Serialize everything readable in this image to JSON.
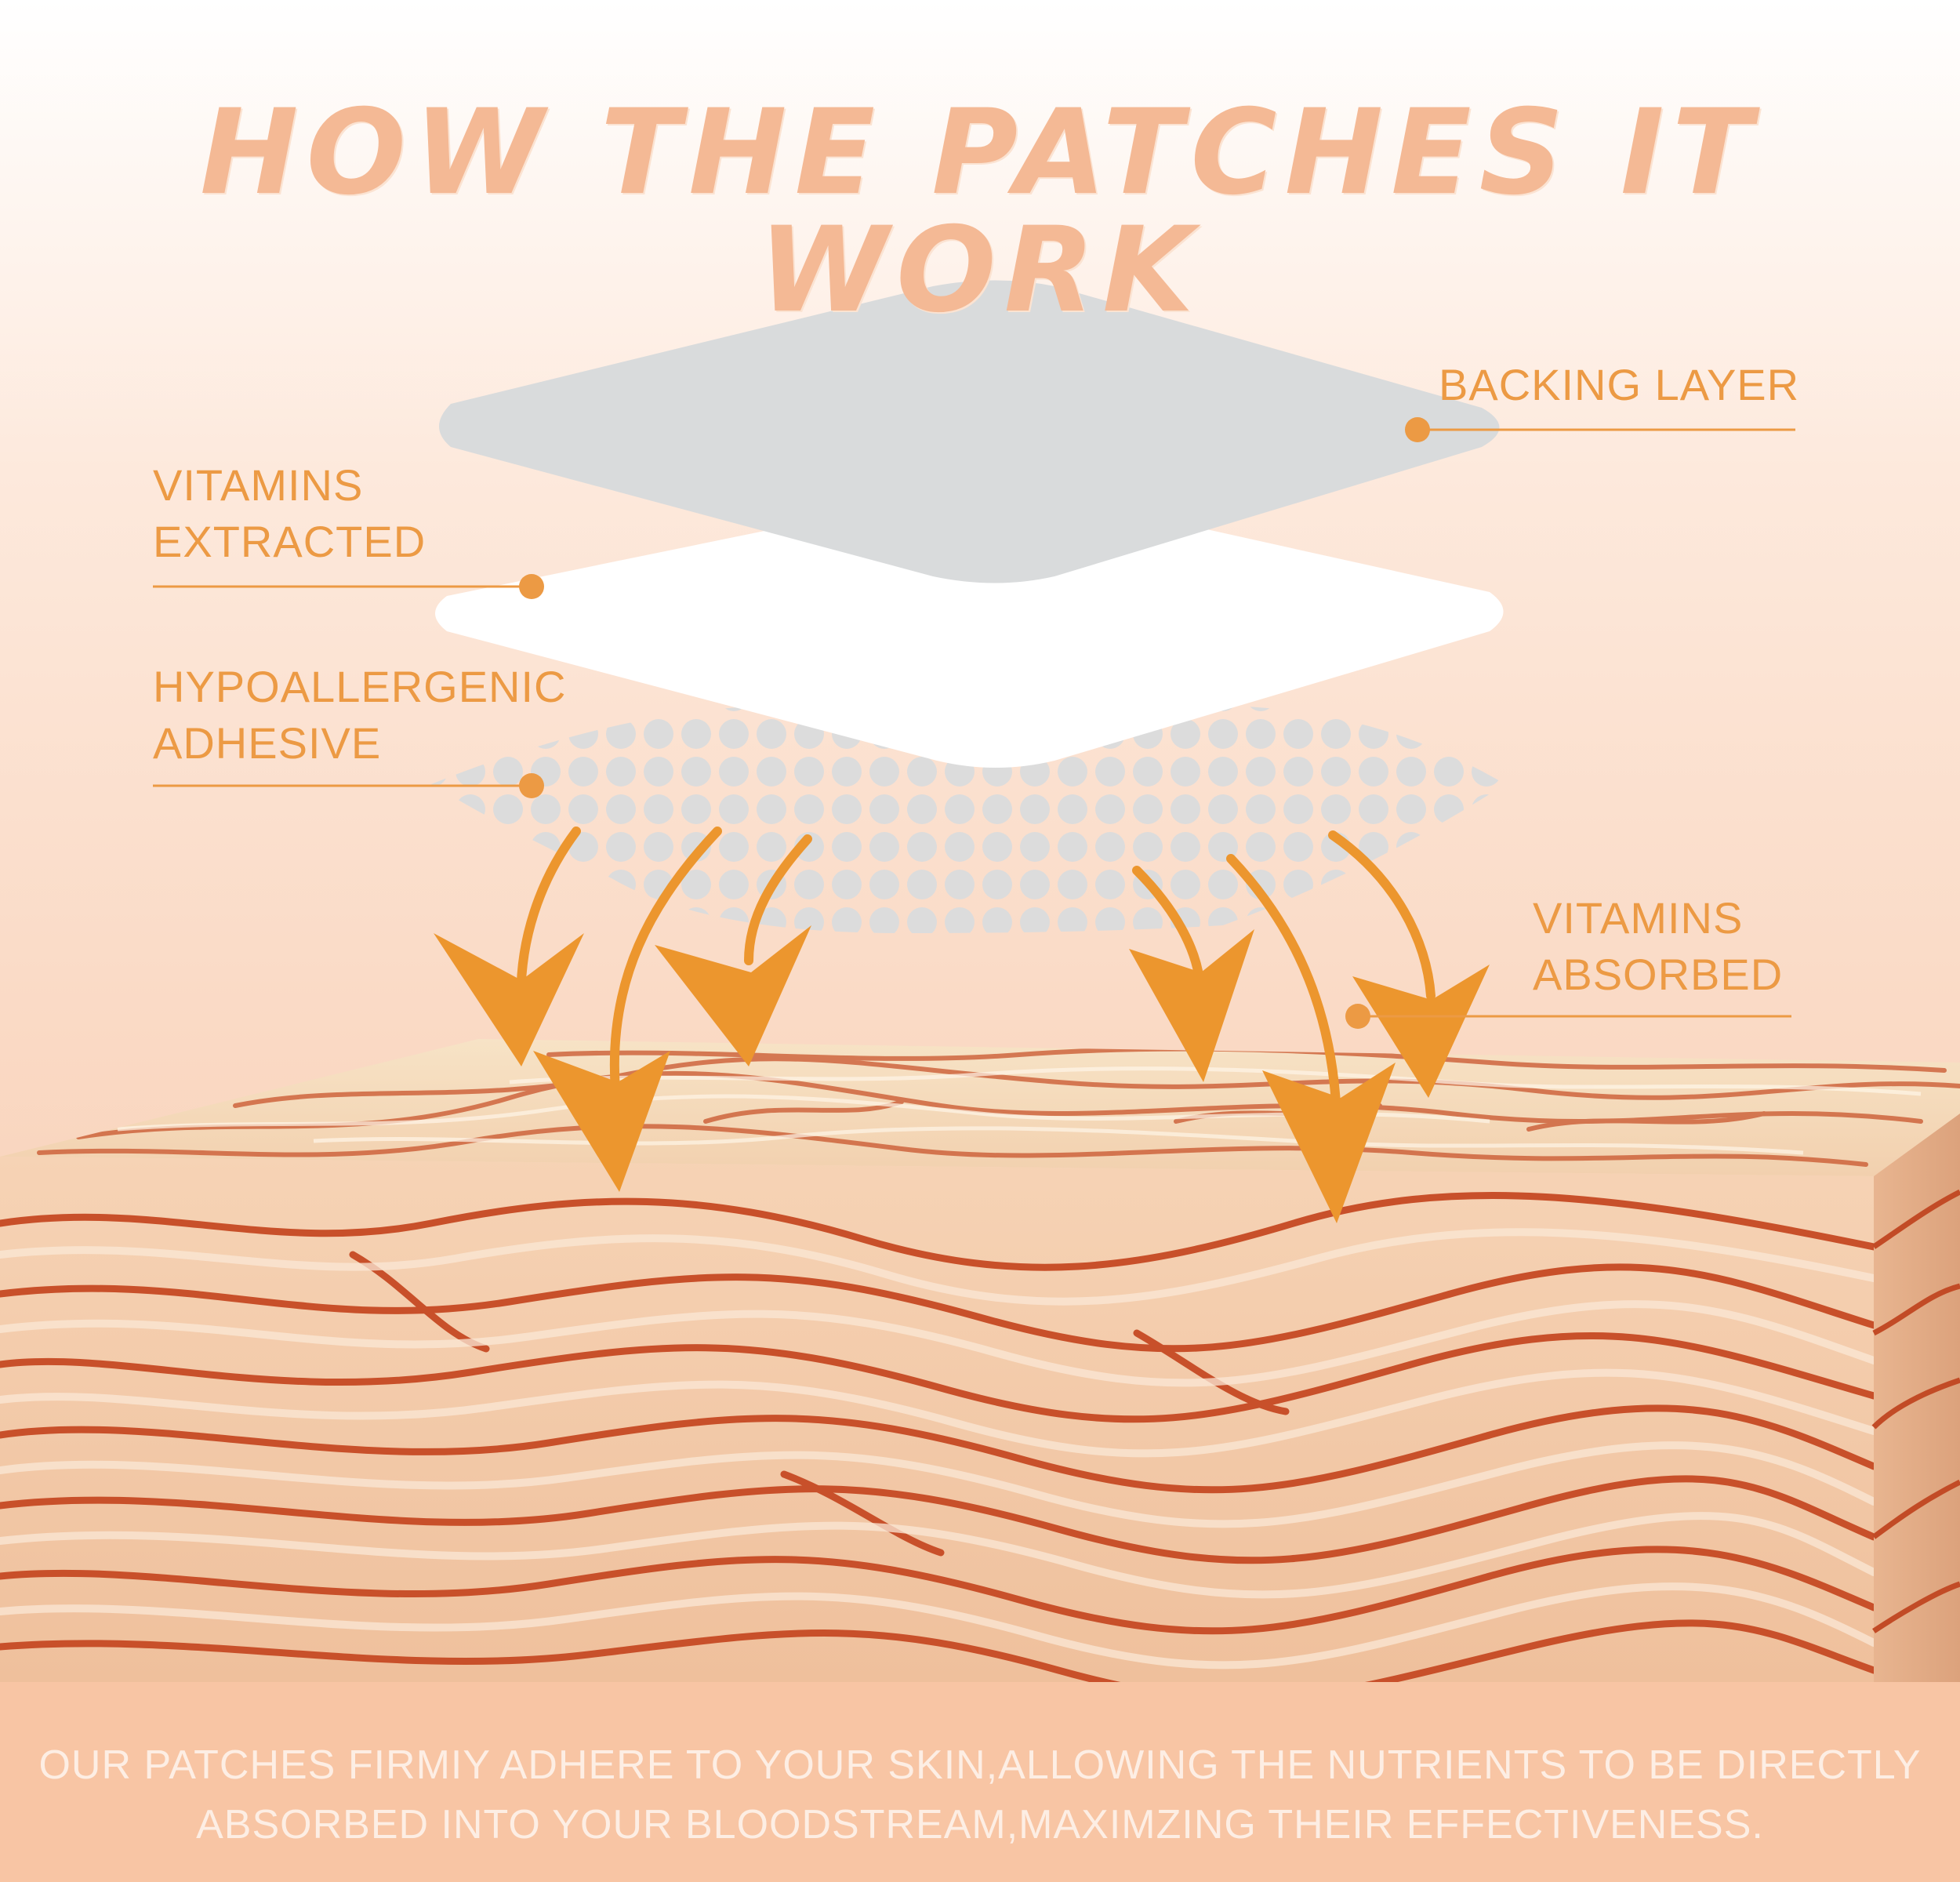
{
  "title": "HOW THE PATCHES IT WORK",
  "labels": {
    "backing_layer": "BACKING LAYER",
    "vitamins_extracted": [
      "VITAMINS",
      "EXTRACTED"
    ],
    "hypoallergenic_adhesive": [
      "HYPOALLERGENIC",
      "ADHESIVE"
    ],
    "vitamins_absorbed": [
      "VITAMINS",
      "ABSORBED"
    ]
  },
  "caption": [
    "OUR PATCHES FIRMIY ADHERE TO YOUR SKIN,ALLOWING THE NUTRIENTS TO BE DIRECTLY",
    "ABSORBED INTO YOUR BLOODSTREAM,MAXIMZING THEIR EFFECTIVENESS."
  ],
  "colors": {
    "accent": "#ec9a44",
    "title": "#f4b995",
    "backing": "#d9dbdc",
    "vitamin_layer": "#ffffff",
    "adhesive_dots": "#dcdcdc",
    "skin": "#f3c7a5",
    "vein": "#c9502a",
    "footer": "#f8c5a4",
    "caption_text": "#fdeee4"
  },
  "icons": [
    "down-arrow-icon",
    "pointer-dot-icon"
  ]
}
